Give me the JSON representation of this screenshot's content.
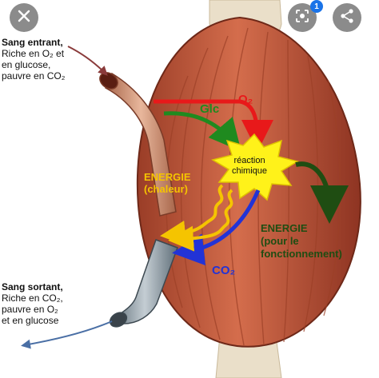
{
  "overlay": {
    "close_icon": "close-icon",
    "lens_icon": "lens-icon",
    "lens_badge": "1",
    "share_icon": "share-icon"
  },
  "diagram": {
    "blood_in": {
      "title": "Sang entrant,",
      "line1": "Riche en O₂ et",
      "line2": "en glucose,",
      "line3": "pauvre en CO₂"
    },
    "blood_out": {
      "title": "Sang sortant,",
      "line1": "Riche en CO₂,",
      "line2": "pauvre en O₂",
      "line3": "et en glucose"
    },
    "glc": "Glc",
    "o2": "O₂",
    "reaction_line1": "réaction",
    "reaction_line2": "chimique",
    "energy_heat_line1": "ENERGIE",
    "energy_heat_line2": "(chaleur)",
    "energy_work_line1": "ENERGIE",
    "energy_work_line2": "(pour le",
    "energy_work_line3": "fonctionnement)",
    "co2": "CO₂"
  },
  "colors": {
    "muscle": "#c65a3c",
    "muscle_dark": "#8e3422",
    "tendon": "#eadfc9",
    "o2_arrow": "#e8191a",
    "glc_arrow": "#1f8a1f",
    "co2_arrow": "#2233d6",
    "heat_arrow": "#f5c400",
    "energy_arrow": "#1f4d12",
    "burst": "#fff21a",
    "vein": "#8a99a3",
    "artery": "#c9896b"
  }
}
